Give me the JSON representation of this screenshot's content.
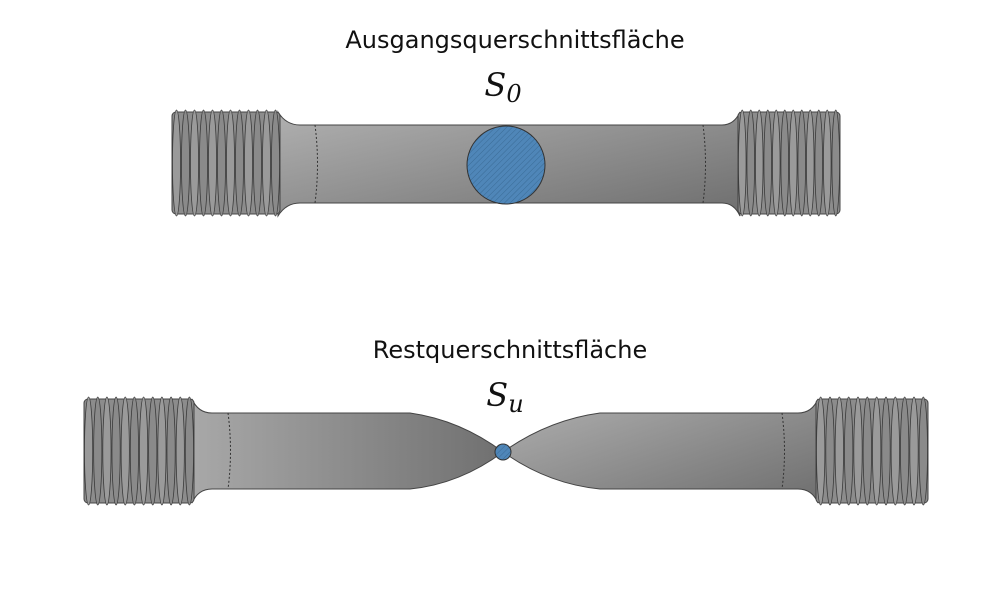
{
  "top": {
    "label": "Ausgangsquerschnittsfläche",
    "symbol": "S",
    "subscript": "0"
  },
  "bottom": {
    "label": "Restquerschnittsfläche",
    "symbol": "S",
    "subscript": "u"
  },
  "colors": {
    "specimen": "#8a8a8a",
    "section": "#4f86b8"
  }
}
